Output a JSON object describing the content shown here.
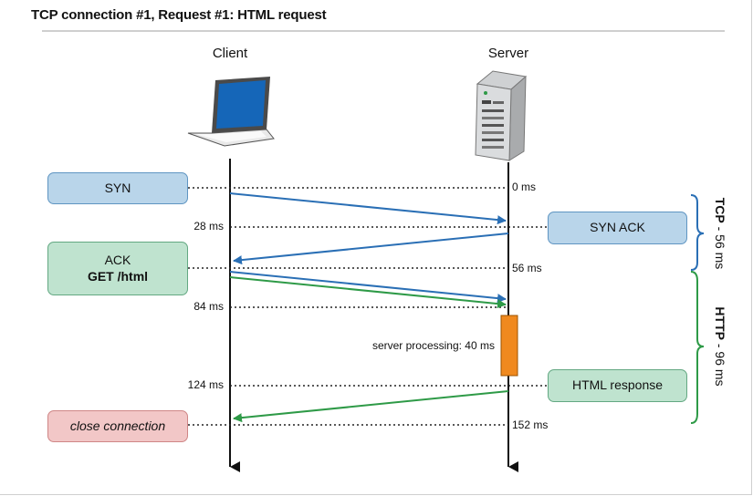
{
  "title": "TCP connection #1, Request #1: HTML request",
  "columns": {
    "client": "Client",
    "server": "Server"
  },
  "messages": {
    "syn": "SYN",
    "syn_ack": "SYN ACK",
    "ack": "ACK",
    "get": "GET /html",
    "html_response": "HTML response",
    "close": "close connection"
  },
  "timestamps": {
    "t0": "0 ms",
    "t28": "28 ms",
    "t56": "56 ms",
    "t84": "84 ms",
    "t124": "124 ms",
    "t152": "152 ms"
  },
  "server_processing": "server processing: 40 ms",
  "phases": {
    "tcp_name": "TCP",
    "tcp_duration": " - 56 ms",
    "http_name": "HTTP",
    "http_duration": " - 96 ms"
  },
  "colors": {
    "tcp_arrow": "#2a6fb5",
    "http_arrow": "#2e9a47",
    "processing": "#f0891e",
    "brace": "#2e9a47",
    "tcp_brace": "#2a6fb5"
  }
}
